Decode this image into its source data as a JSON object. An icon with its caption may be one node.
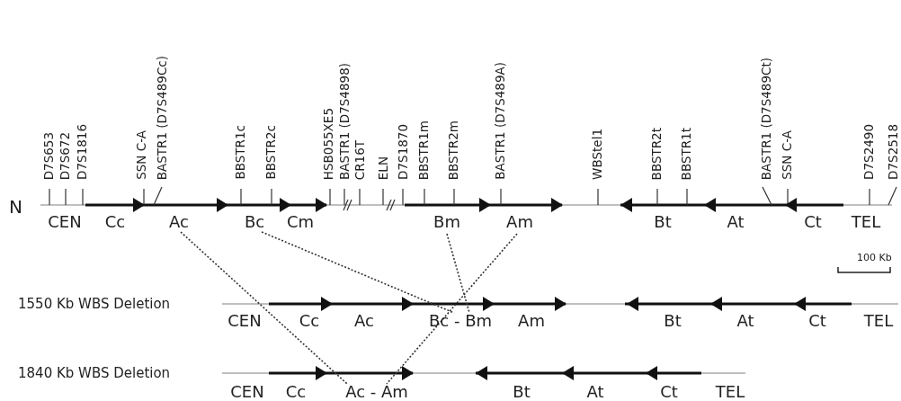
{
  "diagram": {
    "nodes": [
      {
        "text": [
          "Ac"
        ]
      },
      {
        "text": [
          "Bc"
        ]
      },
      {
        "text": [
          "Bm"
        ]
      },
      {
        "text": [
          "Am"
        ]
      },
      {
        "text": [
          "Bc - Bm"
        ]
      },
      {
        "text": [
          "Ac - Am"
        ]
      }
    ],
    "edges": [
      {
        "from": 0,
        "to": 5,
        "arrow": "none",
        "style": "dashed"
      },
      {
        "from": 1,
        "to": 4,
        "arrow": "none",
        "style": "dashed"
      },
      {
        "from": 2,
        "to": 4,
        "arrow": "none",
        "style": "dashed"
      },
      {
        "from": 3,
        "to": 5,
        "arrow": "none",
        "style": "dashed"
      }
    ],
    "labels": [
      "D7S653",
      "D7S672",
      "D7S1816",
      "SSN C-A",
      "BASTR1 (D7S489Cc)",
      "BBSTR1c",
      "BBSTR2c",
      "HSB055XE5",
      "BASTR1 (D7S4898)",
      "CR16T",
      "ELN",
      "D7S1870",
      "BBSTR1m",
      "BBSTR2m",
      "BASTR1 (D7S489A)",
      "WBStel1",
      "BBSTR2t",
      "BBSTR1t",
      "BASTR1 (D7S489Ct)",
      "SSN C-A",
      "D7S2490",
      "D7S2518",
      "N",
      "CEN",
      "Cc",
      "Cm",
      "Bt",
      "At",
      "Ct",
      "TEL",
      "100 Kb",
      "1550 Kb WBS Deletion",
      "CEN",
      "Cc",
      "Ac",
      "Am",
      "Bt",
      "At",
      "Ct",
      "TEL",
      "1840 Kb WBS Deletion",
      "CEN",
      "Cc",
      "Bt",
      "At",
      "Ct",
      "TEL"
    ]
  }
}
